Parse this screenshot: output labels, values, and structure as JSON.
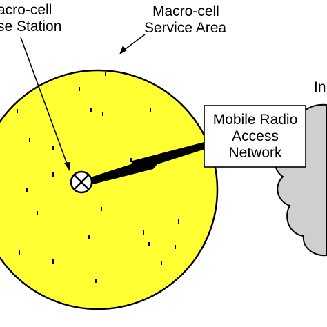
{
  "diagram": {
    "base_station_label": {
      "line1": "acro-cell",
      "line2": "se Station"
    },
    "service_area_label": {
      "line1": "Macro-cell",
      "line2": "Service Area"
    },
    "radio_access_network": {
      "line1": "Mobile Radio",
      "line2": "Access",
      "line3": "Network"
    },
    "internet_label": "In",
    "colors": {
      "cell_fill": "#ffff33",
      "cloud_fill": "#cfcfcf",
      "stroke": "#000000",
      "box_fill": "#ffffff"
    },
    "icons": [
      "base-station-icon",
      "lightning-bolt-icon",
      "cloud-icon"
    ]
  }
}
